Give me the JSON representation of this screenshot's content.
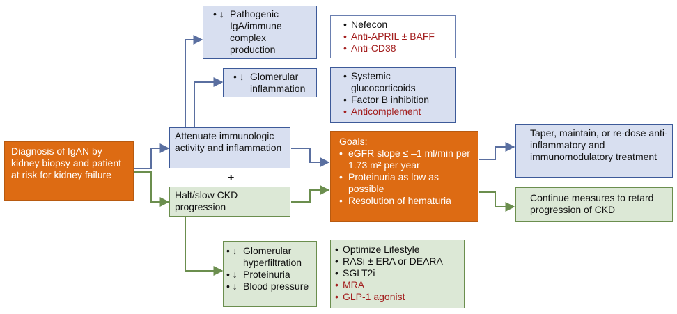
{
  "diagnosis": "Diagnosis of IgAN by kidney biopsy and patient at risk for kidney failure",
  "attenuate": "Attenuate immunologic activity and inflammation",
  "plus": "+",
  "halt": "Halt/slow CKD progression",
  "pathogenic": "Pathogenic IgA/immune complex production",
  "glomerular_inflammation": "Glomerular inflammation",
  "immuno_therapies": [
    {
      "text": "Nefecon",
      "highlight": false
    },
    {
      "text": "Anti-APRIL ± BAFF",
      "highlight": true
    },
    {
      "text": "Anti-CD38",
      "highlight": true
    }
  ],
  "inflammation_therapies": [
    {
      "text": "Systemic glucocorticoids",
      "highlight": false
    },
    {
      "text": "Factor B inhibition",
      "highlight": false
    },
    {
      "text": "Anticomplement",
      "highlight": true
    }
  ],
  "goals": {
    "title": "Goals:",
    "items": [
      "eGFR slope ≤ –1 ml/min per 1.73 m² per year",
      "Proteinuria as low as possible",
      "Resolution of hematuria"
    ]
  },
  "taper": "Taper, maintain, or re-dose anti-inflammatory and immunomodulatory treatment",
  "continue": "Continue measures to retard progression of CKD",
  "ckd_targets": [
    "Glomerular hyperfiltration",
    "Proteinuria",
    "Blood pressure"
  ],
  "ckd_therapies": [
    {
      "text": "Optimize Lifestyle",
      "highlight": false
    },
    {
      "text": "RASi ± ERA or DEARA",
      "highlight": false
    },
    {
      "text": "SGLT2i",
      "highlight": false
    },
    {
      "text": "MRA",
      "highlight": true
    },
    {
      "text": "GLP-1 agonist",
      "highlight": true
    }
  ],
  "colors": {
    "blue_fill": "#d8dff0",
    "green_fill": "#dce8d6",
    "orange_fill": "#dd6b13",
    "highlight_text": "#a31e1e",
    "blue_arrow": "#5a6fa0",
    "green_arrow": "#6b8e4e"
  }
}
